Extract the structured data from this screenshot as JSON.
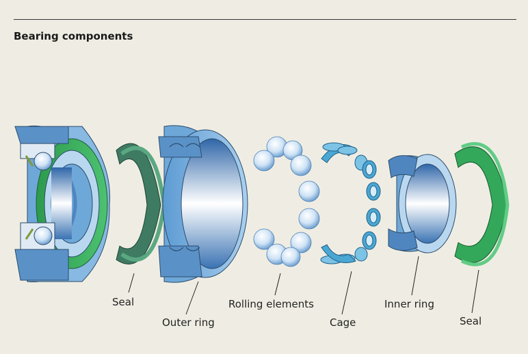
{
  "title": "Bearing components",
  "labels": {
    "seal_left": "Seal",
    "outer_ring": "Outer ring",
    "rolling_elements": "Rolling elements",
    "cage": "Cage",
    "inner_ring": "Inner ring",
    "seal_right": "Seal"
  },
  "colors": {
    "background": "#efede3",
    "steel_blue": "#6ea8d8",
    "light_blue": "#b9d8f0",
    "seal_green": "#3aa65a",
    "seal_dark": "#3f7a63",
    "cage_blue": "#4aa7d3"
  }
}
